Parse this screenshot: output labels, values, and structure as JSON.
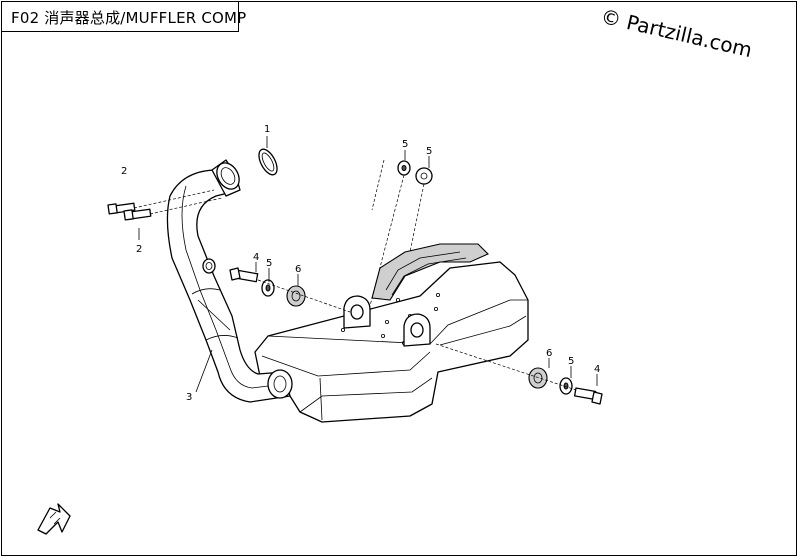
{
  "title": "F02 消声器总成/MUFFLER COMP",
  "watermark": "© Partzilla.com",
  "callouts": {
    "c1": "1",
    "c2a": "2",
    "c2b": "2",
    "c3": "3",
    "c4a": "4",
    "c4b": "4",
    "c5a": "5",
    "c5b": "5",
    "c5c": "5",
    "c5d": "5",
    "c6a": "6",
    "c6b": "6"
  },
  "icons": {
    "orientation": "direction-arrow-icon"
  }
}
